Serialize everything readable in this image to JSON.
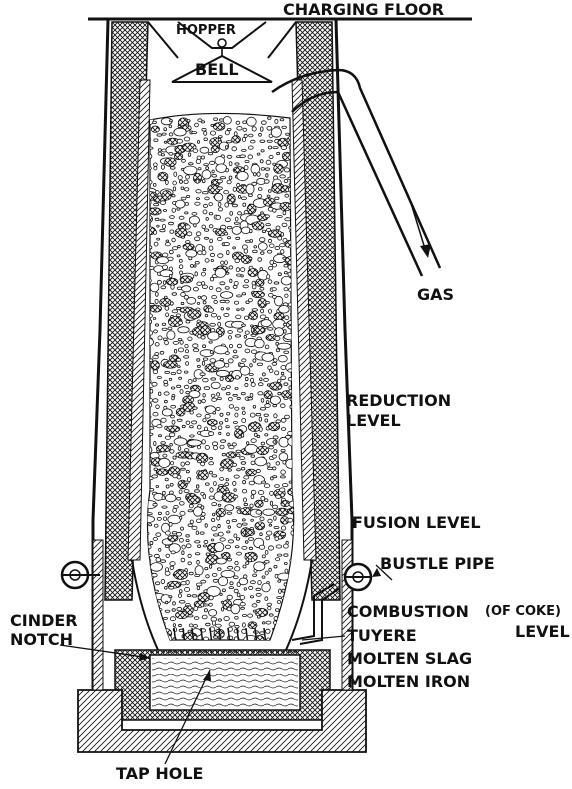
{
  "labels": {
    "charging_floor": "CHARGING FLOOR",
    "hopper": "HOPPER",
    "bell": "BELL",
    "gas": "GAS",
    "reduction_1": "REDUCTION",
    "reduction_2": "LEVEL",
    "fusion": "FUSION LEVEL",
    "bustle_pipe": "BUSTLE PIPE",
    "combustion": "COMBUSTION",
    "of_coke": "(OF COKE)",
    "combustion_level": "LEVEL",
    "cinder_1": "CINDER",
    "cinder_2": "NOTCH",
    "tuyere": "TUYERE",
    "molten_slag": "MOLTEN SLAG",
    "molten_iron": "MOLTEN IRON",
    "tap_hole": "TAP HOLE"
  },
  "colors": {
    "ink": "#111111",
    "paper": "#ffffff"
  }
}
